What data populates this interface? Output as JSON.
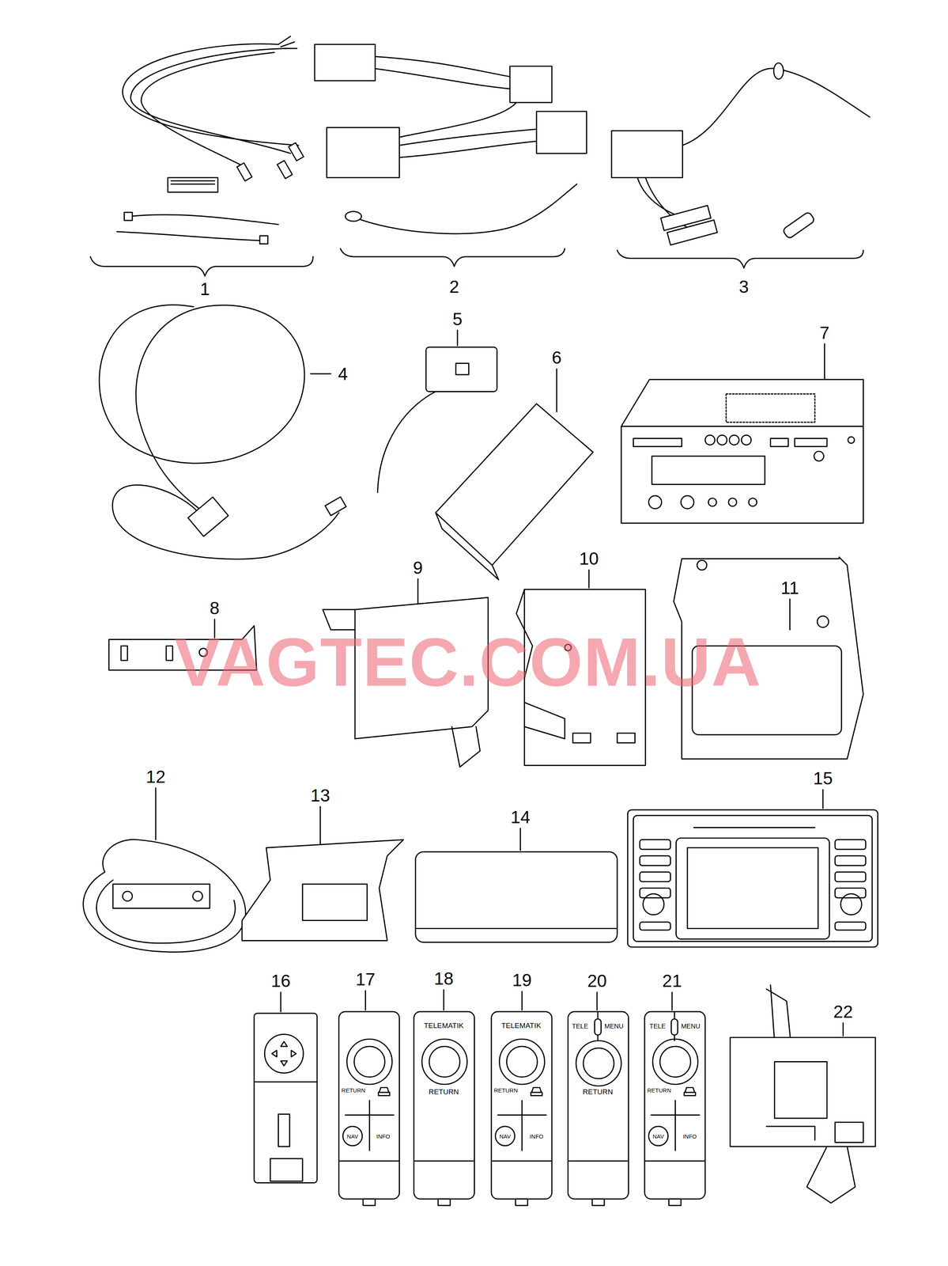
{
  "diagram": {
    "labels": [
      "1",
      "2",
      "3",
      "4",
      "5",
      "6",
      "7",
      "8",
      "9",
      "10",
      "11",
      "12",
      "13",
      "14",
      "15",
      "16",
      "17",
      "18",
      "19",
      "20",
      "21",
      "22",
      "VAGTEC.COM.UA",
      "RETURN",
      "NAV",
      "INFO",
      "TELEMATIK",
      "RETURN",
      "TELEMATIK",
      "RETURN",
      "NAV",
      "INFO",
      "TELE",
      "MENU",
      "RETURN",
      "TELE",
      "MENU",
      "RETURN",
      "NAV",
      "INFO"
    ]
  }
}
